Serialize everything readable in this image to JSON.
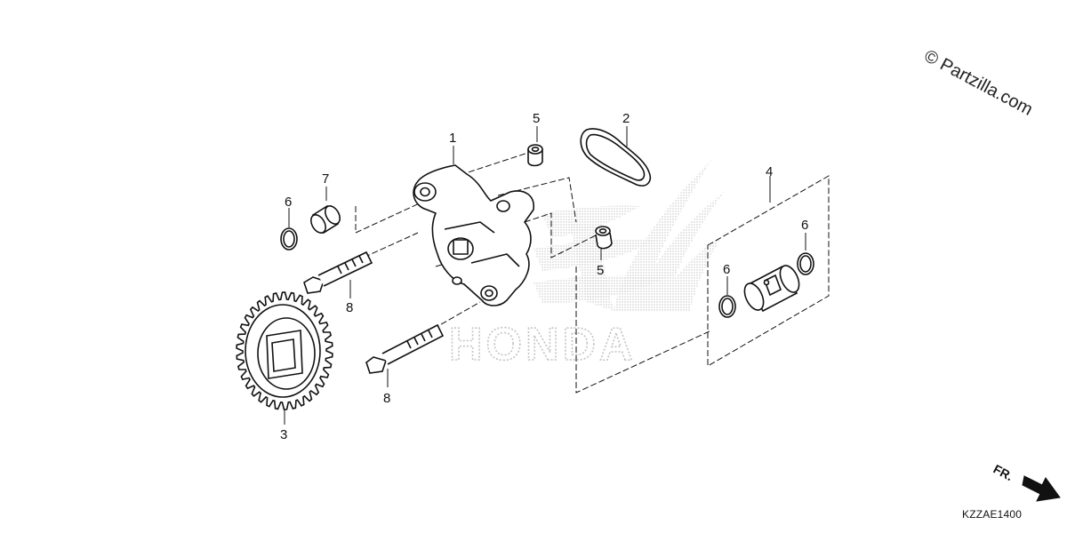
{
  "watermark": {
    "brand": "HONDA",
    "copyright": "© Partzilla.com"
  },
  "callouts": {
    "c1": "1",
    "c2": "2",
    "c3": "3",
    "c4": "4",
    "c5_top": "5",
    "c5_mid": "5",
    "c6_left": "6",
    "c6_right_top": "6",
    "c6_right_mid": "6",
    "c7": "7",
    "c8_top": "8",
    "c8_bottom": "8"
  },
  "direction": {
    "label": "FR."
  },
  "diagram_code": "KZZAE1400",
  "colors": {
    "line": "#111111",
    "watermark": "#c9c9c9"
  }
}
